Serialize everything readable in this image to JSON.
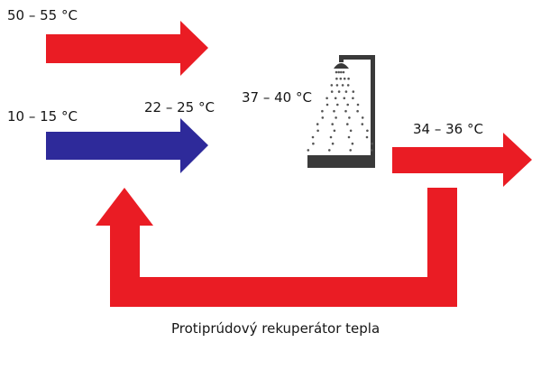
{
  "labels": {
    "hot_supply": "50 – 55 °C",
    "cold_supply": "10 – 15 °C",
    "preheated": "22 – 25 °C",
    "shower": "37 – 40 °C",
    "waste": "34 – 36 °C"
  },
  "caption": "Protiprúdový rekuperátor tepla",
  "colors": {
    "hot": "#ea1c24",
    "cold": "#2e2a9a",
    "shower": "#3a3a3a",
    "text": "#161616"
  }
}
